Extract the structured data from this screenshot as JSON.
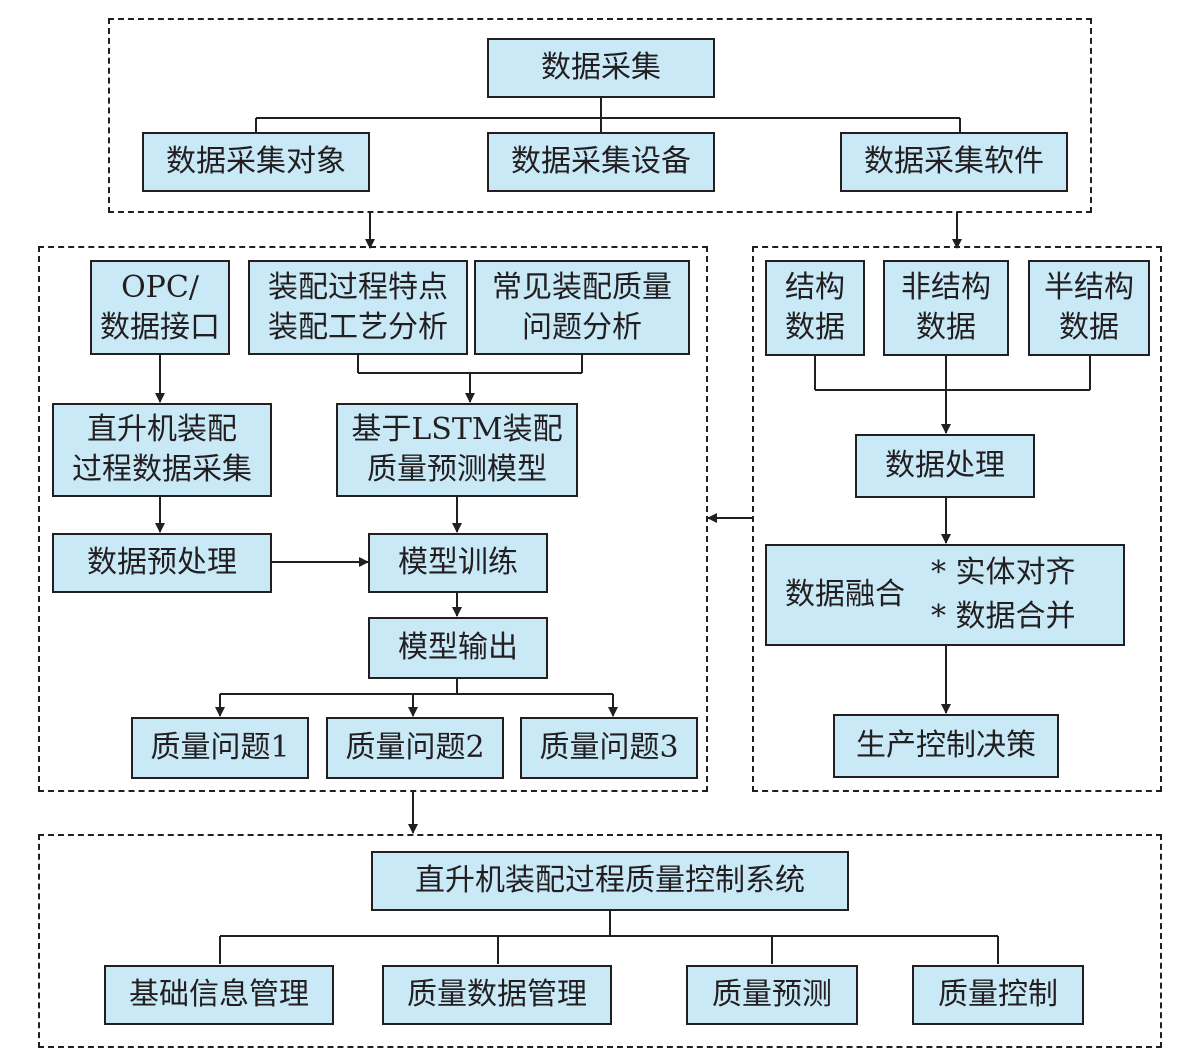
{
  "collection": {
    "root": "数据采集",
    "children": [
      "数据采集对象",
      "数据采集设备",
      "数据采集软件"
    ]
  },
  "prediction": {
    "opc": [
      "OPC/",
      "数据接口"
    ],
    "process_features": [
      "装配过程特点",
      "装配工艺分析"
    ],
    "quality_issue_analysis": [
      "常见装配质量",
      "问题分析"
    ],
    "data_collection": [
      "直升机装配",
      "过程数据采集"
    ],
    "lstm_model": [
      "基于LSTM装配",
      "质量预测模型"
    ],
    "preprocess": "数据预处理",
    "training": "模型训练",
    "output": "模型输出",
    "issues": [
      "质量问题1",
      "质量问题2",
      "质量问题3"
    ]
  },
  "processing": {
    "types": [
      [
        "结构",
        "数据"
      ],
      [
        "非结构",
        "数据"
      ],
      [
        "半结构",
        "数据"
      ]
    ],
    "process": "数据处理",
    "fusion": "数据融合",
    "fusion_items": [
      "* 实体对齐",
      "* 数据合并"
    ],
    "decision": "生产控制决策"
  },
  "system": {
    "root": "直升机装配过程质量控制系统",
    "modules": [
      "基础信息管理",
      "质量数据管理",
      "质量预测",
      "质量控制"
    ]
  },
  "colors": {
    "box_fill": "#c9e9f7",
    "line": "#231f20"
  }
}
